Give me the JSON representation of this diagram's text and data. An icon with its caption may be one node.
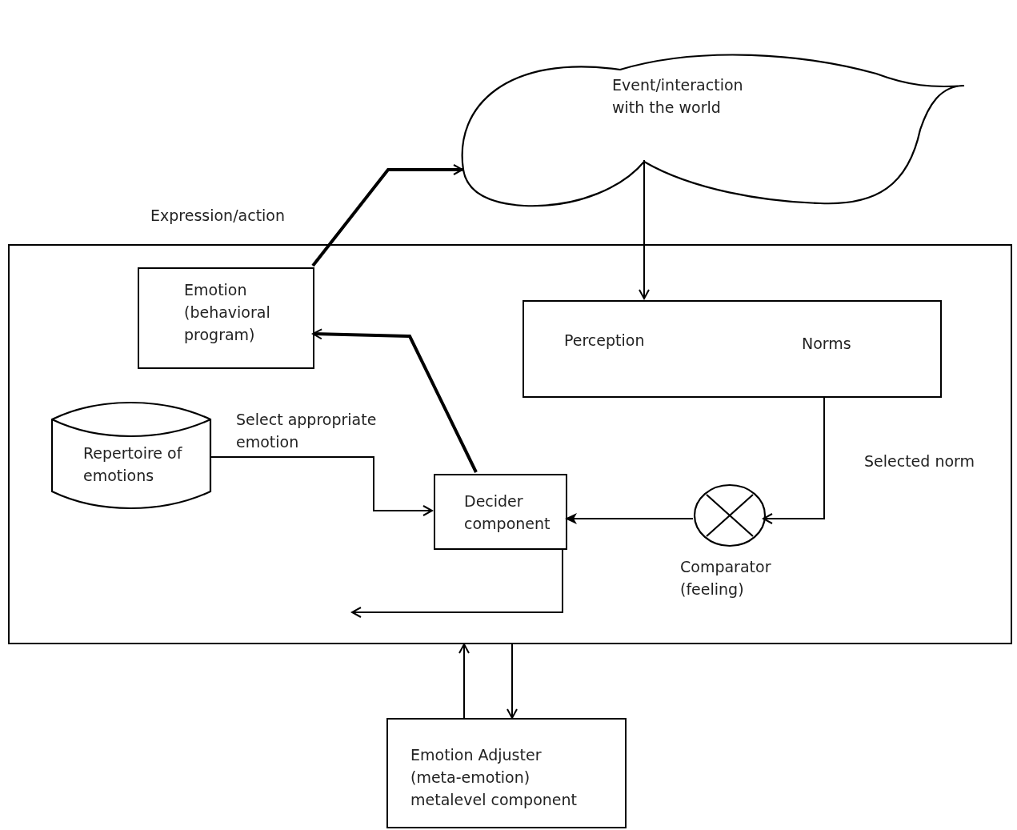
{
  "diagram": {
    "nodes": [
      {
        "text": [
          "Event/interaction with the world"
        ]
      },
      {
        "text": [],
        "shape": "box"
      },
      {
        "text": [
          "Emotion (behavioral program)"
        ],
        "in": 1
      },
      {
        "text": [
          "Perception"
        ],
        "in": 1
      },
      {
        "text": [
          "Norms"
        ],
        "in": 1
      },
      {
        "text": [
          "Repertoire of emotions"
        ],
        "in": 1
      },
      {
        "text": [
          "Decider component"
        ],
        "in": 1
      },
      {
        "text": [
          "Comparator (feeling)"
        ],
        "in": 1
      },
      {
        "text": [
          "Emotion Adjuster (meta-emotion) metalevel component"
        ]
      }
    ],
    "edges": [
      {
        "from": 2,
        "to": 0,
        "arrow": "to",
        "label": "Expression/action",
        "style": "thick"
      },
      {
        "from": 0,
        "to": 3,
        "arrow": "to"
      },
      {
        "from": 4,
        "to": 7,
        "arrow": "to",
        "label": "Selected norm"
      },
      {
        "from": 7,
        "to": 6,
        "arrow": "to"
      },
      {
        "from": 5,
        "to": 6,
        "arrow": "to",
        "label": "Select appropriate emotion"
      },
      {
        "from": 6,
        "to": 2,
        "arrow": "to",
        "style": "thick"
      },
      {
        "from": 6,
        "to": null,
        "arrow": "to"
      },
      {
        "from": 8,
        "to": 1,
        "arrow": "to"
      },
      {
        "from": 1,
        "to": 8,
        "arrow": "to"
      }
    ]
  }
}
